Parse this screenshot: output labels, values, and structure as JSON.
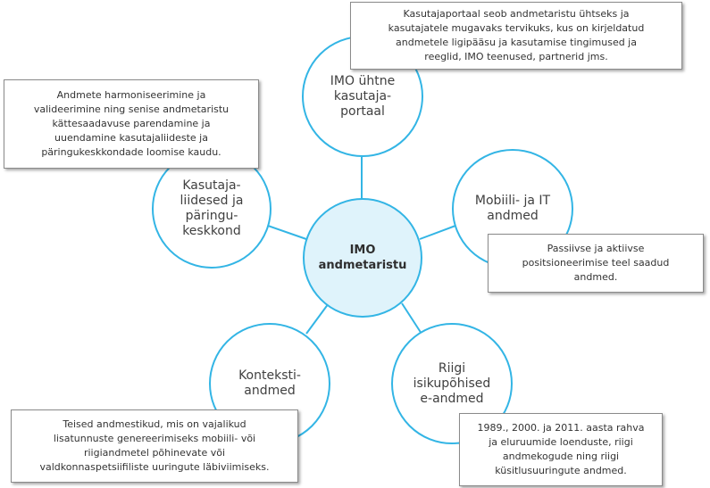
{
  "center": {
    "label": "IMO\nandmetaristu"
  },
  "nodes": {
    "portal": {
      "label": "IMO ühtne\nkasutaja-\nportaal"
    },
    "interfaces": {
      "label": "Kasutaja-\nliidesed ja\npäringu-\nkeskkond"
    },
    "mobile": {
      "label": "Mobiili- ja IT\nandmed"
    },
    "context": {
      "label": "Konteksti-\nandmed"
    },
    "registry": {
      "label": "Riigi\nisikupõhised\ne-andmed"
    }
  },
  "notes": {
    "portal": "Kasutajaportaal seob andmetaristu ühtseks ja\nkasutajatele mugavaks tervikuks, kus on kirjeldatud\nandmetele ligipääsu ja kasutamise tingimused ja\nreeglid, IMO teenused, partnerid jms.",
    "interfaces": "Andmete harmoniseerimine ja\nvalideerimine ning senise andmetaristu\nkättesaadavuse parendamine ja\nuuendamine kasutajaliideste ja\npäringukeskkondade loomise kaudu.",
    "mobile": "Passiivse ja aktiivse\npositsioneerimise teel saadud\nandmed.",
    "context": "Teised andmestikud, mis on vajalikud\nlisatunnuste genereerimiseks mobiili- või\nriigiandmetel põhinevate või\nvaldkonnaspetsiifiliste uuringute läbiviimiseks.",
    "registry": "1989., 2000. ja 2011. aasta rahva\nja eluruumide loenduste, riigi\nandmekogude ning riigi\nküsitlusuuringute andmed."
  },
  "colors": {
    "accent": "#33b5e5",
    "hub_fill": "#dff3fb",
    "note_border": "#8a8a8a"
  }
}
